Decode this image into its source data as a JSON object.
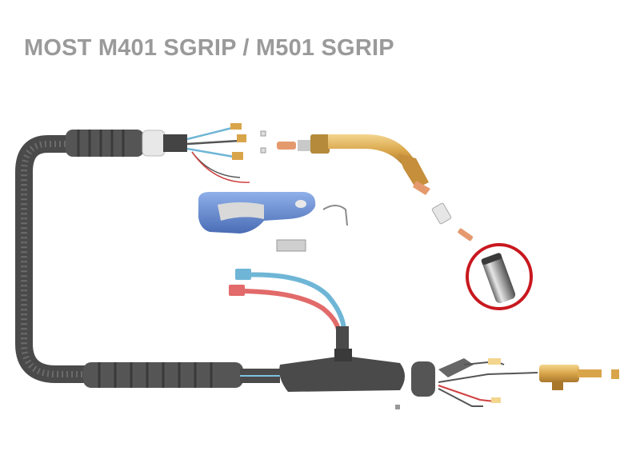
{
  "title": "MOST M401 SGRIP / M501 SGRIP",
  "colors": {
    "title": "#9a9a9a",
    "cable": "#4a4a4a",
    "highlight_ring": "#c8181e",
    "handle_blue": "#5b7fc4",
    "brass": "#d9a54a",
    "copper": "#e59a6e",
    "hose_blue": "#6fb6d6",
    "hose_red": "#e26a6a"
  },
  "parts": [
    {
      "name": "cable-assembly"
    },
    {
      "name": "rear-connector"
    },
    {
      "name": "handle-grip"
    },
    {
      "name": "trigger-switch"
    },
    {
      "name": "swan-neck"
    },
    {
      "name": "gas-diffuser"
    },
    {
      "name": "contact-tip"
    },
    {
      "name": "gas-nozzle",
      "highlighted": true
    },
    {
      "name": "coolant-hoses"
    },
    {
      "name": "euro-connector"
    }
  ]
}
